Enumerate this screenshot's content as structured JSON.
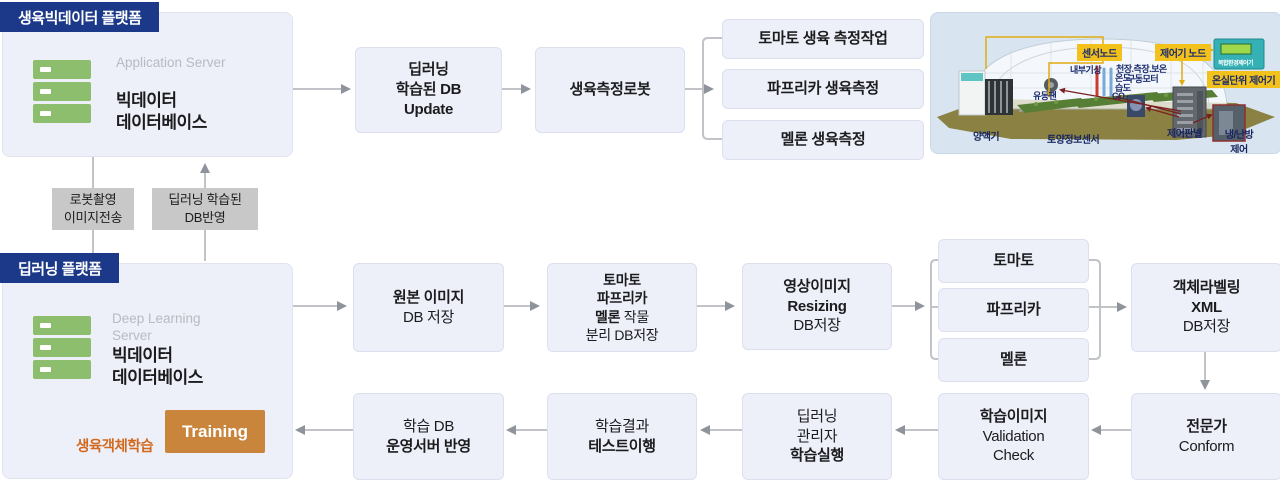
{
  "platform_top": {
    "header": "생육빅데이터 플랫폼",
    "server_type": "Application Server",
    "server_name_line1": "빅데이터",
    "server_name_line2": "데이터베이스"
  },
  "platform_bottom": {
    "header": "딥러닝 플랫폼",
    "server_type": "Deep Learning Server",
    "server_name_line1": "빅데이터",
    "server_name_line2": "데이터베이스",
    "training_label": "Training",
    "training_note": "생육객체학습"
  },
  "transfer": {
    "down_line1": "로봇촬영",
    "down_line2": "이미지전송",
    "up_line1": "딥러닝 학습된",
    "up_line2": "DB반영"
  },
  "flow_top": {
    "db_update": {
      "line1": "딥러닝",
      "line2": "학습된 DB",
      "line3": "Update"
    },
    "robot": "생육측정로봇",
    "tasks": [
      "토마토 생육 측정작업",
      "파프리카 생육측정",
      "멜론 생육측정"
    ]
  },
  "flow_mid": {
    "original": {
      "line1": "원본 이미지",
      "line2": "DB 저장"
    },
    "separate": {
      "line1": "토마토",
      "line2": "파프리카",
      "line3_bold": "멜론",
      "line3_normal": " 작물",
      "line4": "분리 DB저장"
    },
    "resizing": {
      "line1": "영상이미지",
      "line2": "Resizing",
      "line3": "DB저장"
    },
    "crops": [
      "토마토",
      "파프리카",
      "멜론"
    ],
    "labeling": {
      "line1": "객체라벨링",
      "line2": "XML",
      "line3": "DB저장"
    }
  },
  "flow_bottom": {
    "deploy": {
      "line1": "학습 DB",
      "line2": "운영서버 반영"
    },
    "test": {
      "line1": "학습결과",
      "line2": "테스트이행"
    },
    "run": {
      "line1": "딥러닝",
      "line2": "관리자",
      "line3": "학습실행"
    },
    "validation": {
      "line1": "학습이미지",
      "line2": "Validation",
      "line3": "Check"
    },
    "expert": {
      "line1": "전문가",
      "line2": "Conform"
    }
  },
  "greenhouse": {
    "sensor_node": "센서노드",
    "controller_node": "제어기 노드",
    "unit_controller": "온실단위 제어기",
    "device_label": "복합환경제어기",
    "inner_weather": "내부기상",
    "motors_line1": "천장.측장.보온",
    "motors_line2": "구동모터",
    "temp": "온도",
    "humidity": "습도",
    "co2": "CO₂",
    "fan": "유동팬",
    "nutrient": "양액기",
    "soil_sensor": "토양정보센서",
    "control_panel": "제어판넬",
    "hvac_line1": "냉/난방",
    "hvac_line2": "제어"
  },
  "colors": {
    "header_navy": "#1c3989",
    "box_fill": "#edf0f9",
    "box_border": "#dcdfee",
    "server_green": "#8cbe6d",
    "training_orange": "#c9853c",
    "note_orange": "#d2691e",
    "arrow_gray": "#8f939c",
    "arrow_dark": "#5a6a72",
    "label_yellow": "#f3c11b",
    "ground_olive": "#8a8142"
  }
}
